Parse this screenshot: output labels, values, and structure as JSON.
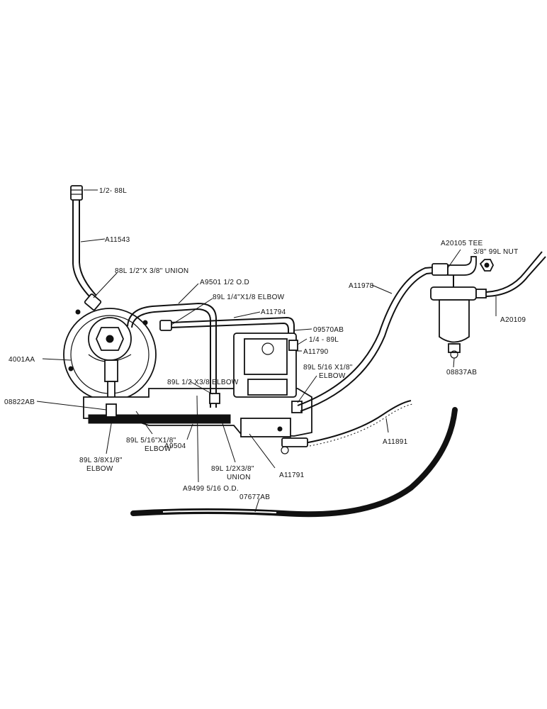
{
  "labels": {
    "a_1_2_88l": "1/2- 88L",
    "a11543": "A11543",
    "union_88l": "88L 1/2\"X 3/8\" UNION",
    "a9501": "A9501 1/2 O.D",
    "elbow_89l_1_4": "89L 1/4\"X1/8 ELBOW",
    "a11794": "A11794",
    "a09570ab": "09570AB",
    "a1_4_89l": "1/4 - 89L",
    "a11790": "A11790",
    "elbow_89l_5_16_right_1": "89L 5/16 X1/8\"",
    "elbow_89l_5_16_right_2": "ELBOW",
    "a4001aa": "4001AA",
    "a08822ab": "08822AB",
    "elbow_89l_1_2": "89L 1/2 X3/8 ELBOW",
    "a11978": "A11978",
    "a20105": "A20105  TEE",
    "nut_99l": "3/8\" 99L NUT",
    "a20109": "A20109",
    "a08837ab": "08837AB",
    "a11891": "A11891",
    "elbow_89l_3_8_1": "89L 3/8X1/8\"",
    "elbow_89l_3_8_2": "ELBOW",
    "elbow_89l_5_16_left_1": "89L  5/16\"X1/8\"",
    "elbow_89l_5_16_left_2": "ELBOW",
    "a9504": "A9504",
    "union_89l_1": "89L  1/2X3/8\"",
    "union_89l_2": "UNION",
    "a11791": "A11791",
    "a9499": "A9499 5/16 O.D.",
    "a07677ab": "07677AB"
  }
}
